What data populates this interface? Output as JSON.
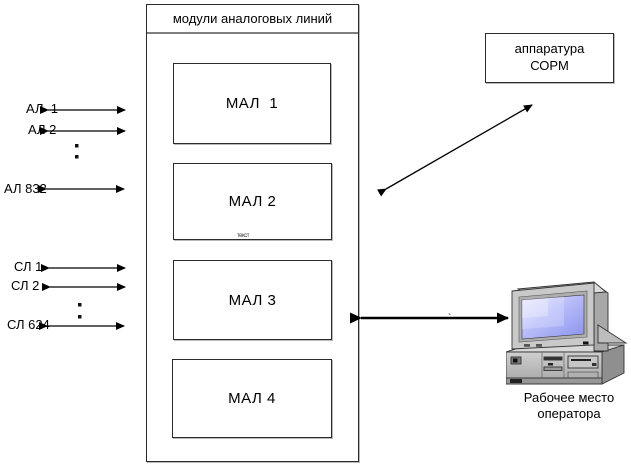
{
  "cabinet": {
    "title": "модули аналоговых линий",
    "modules": [
      {
        "label": "МАЛ  1"
      },
      {
        "label": "МАЛ 2"
      },
      {
        "label": "МАЛ 3"
      },
      {
        "label": "МАЛ 4"
      }
    ],
    "tiny_note": "текст"
  },
  "left_labels": {
    "al1": "АЛ  1",
    "al2": "АЛ 2",
    "al832": "АЛ 832",
    "sl1": "СЛ 1",
    "sl2": "СЛ 2",
    "sl624": "СЛ 624"
  },
  "sorm": {
    "line1": "аппаратура",
    "line2": "СОРМ"
  },
  "operator": {
    "caption_line1": "Рабочее место",
    "caption_line2": "оператора"
  },
  "marks": {
    "arrow_tick": "`"
  },
  "colors": {
    "line": "#000000",
    "divider": "#808080",
    "screen_blue": "#8a92ee",
    "case_gray": "#b8b8b8"
  }
}
